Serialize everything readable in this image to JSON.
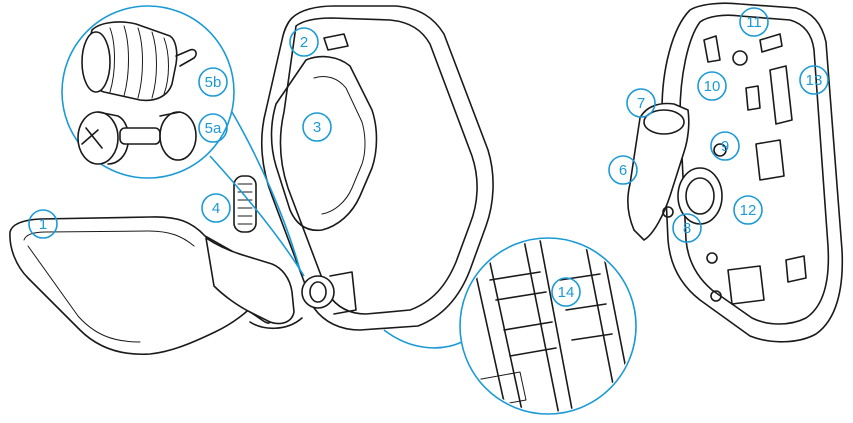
{
  "colors": {
    "callout": "#1c9ad6",
    "line_art": "#1a1a1a",
    "background": "#ffffff"
  },
  "callouts": {
    "c1": "1",
    "c2": "2",
    "c3": "3",
    "c4": "4",
    "c5a": "5a",
    "c5b": "5b",
    "c6": "6",
    "c7": "7",
    "c8": "8",
    "c9": "9",
    "c10": "10",
    "c11": "11",
    "c12": "12",
    "c13": "13",
    "c14": "14"
  }
}
